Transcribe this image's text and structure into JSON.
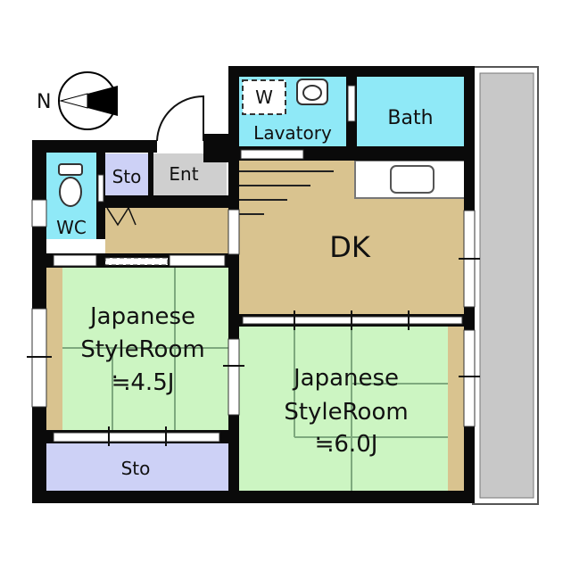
{
  "compass": {
    "letter": "N"
  },
  "rooms": {
    "wc": "WC",
    "sto_top": "Sto",
    "ent": "Ent",
    "w": "W",
    "lavatory": "Lavatory",
    "bath": "Bath",
    "dk": "DK",
    "jp_small": {
      "line1": "Japanese",
      "line2": "StyleRoom",
      "line3": "≒4.5J"
    },
    "jp_large": {
      "line1": "Japanese",
      "line2": "StyleRoom",
      "line3": "≒6.0J"
    },
    "sto_bottom": "Sto"
  },
  "colors": {
    "wall": "#0a0a0a",
    "tatami": "#ccf5c2",
    "wood": "#d9c38f",
    "wet": "#8fe9f7",
    "storage": "#cdd1f6",
    "entrance": "#cfcfcf",
    "balcony": "#c8c8c8"
  }
}
